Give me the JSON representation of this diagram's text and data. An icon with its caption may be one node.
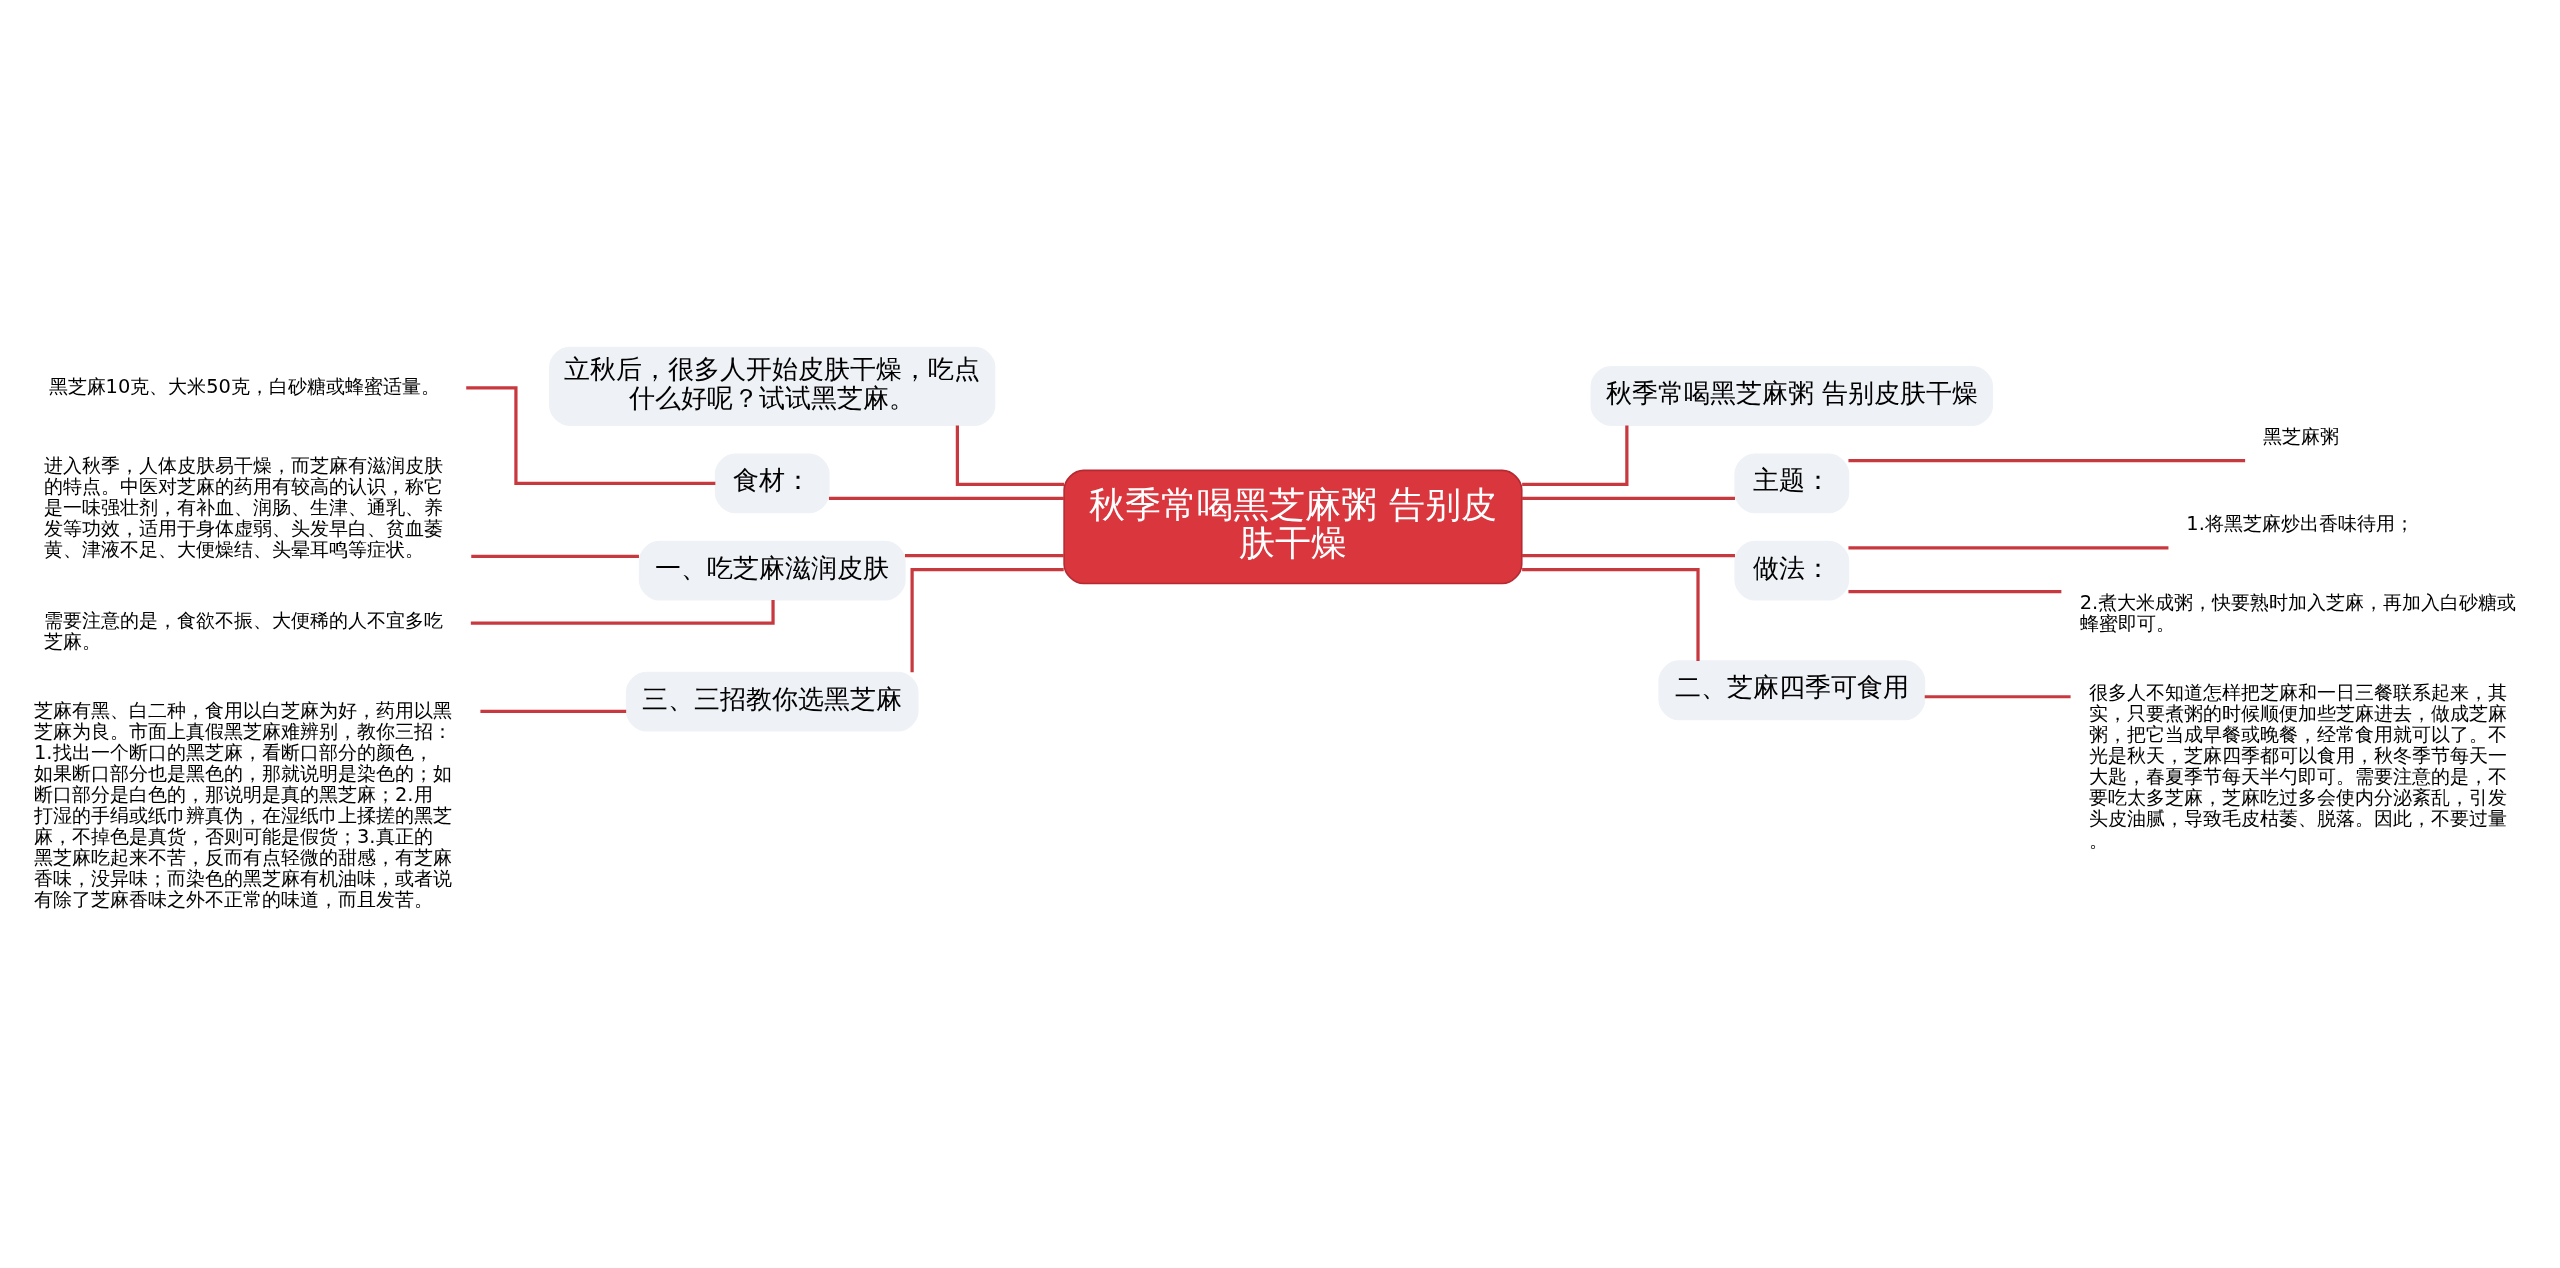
{
  "diagram": {
    "nodes": [
      {
        "text": [
          "秋季常喝黑芝麻粥 告别皮肤干燥"
        ]
      },
      {
        "text": [
          "立秋后，很多人开始皮肤干燥，吃点什么好呢？试试黑芝麻。"
        ]
      },
      {
        "text": [
          "食材："
        ]
      },
      {
        "text": [
          "黑芝麻10克、大米50克，白砂糖或蜂蜜适量。"
        ]
      },
      {
        "text": [
          "一、吃芝麻滋润皮肤"
        ]
      },
      {
        "text": [
          "进入秋季，人体皮肤易干燥，而芝麻有滋润皮肤的特点。中医对芝麻的药用有较高的认识，称它是一味强壮剂，有补血、润肠、生津、通乳、养发等功效，适用于身体虚弱、头发早白、贫血萎黄、津液不足、大便燥结、头晕耳鸣等症状。"
        ]
      },
      {
        "text": [
          "需要注意的是，食欲不振、大便稀的人不宜多吃芝麻。"
        ]
      },
      {
        "text": [
          "三、三招教你选黑芝麻"
        ]
      },
      {
        "text": [
          "芝麻有黑、白二种，食用以白芝麻为好，药用以黑芝麻为良。市面上真假黑芝麻难辨别，教你三招：1.找出一个断口的黑芝麻，看断口部分的颜色，如果断口部分也是黑色的，那就说明是染色的；如断口部分是白色的，那说明是真的黑芝麻；2.用打湿的手绢或纸巾辨真伪，在湿纸巾上揉搓的黑芝麻，不掉色是真货，否则可能是假货；3.真正的黑芝麻吃起来不苦，反而有点轻微的甜感，有芝麻香味，没异味；而染色的黑芝麻有机油味，或者说有除了芝麻香味之外不正常的味道，而且发苦。"
        ]
      },
      {
        "text": [
          "秋季常喝黑芝麻粥 告别皮肤干燥"
        ]
      },
      {
        "text": [
          "主题："
        ]
      },
      {
        "text": [
          "黑芝麻粥"
        ]
      },
      {
        "text": [
          "做法："
        ]
      },
      {
        "text": [
          "1.将黑芝麻炒出香味待用；"
        ]
      },
      {
        "text": [
          "2.煮大米成粥，快要熟时加入芝麻，再加入白砂糖或蜂蜜即可。"
        ]
      },
      {
        "text": [
          "二、芝麻四季可食用"
        ]
      },
      {
        "text": [
          "很多人不知道怎样把芝麻和一日三餐联系起来，其实，只要煮粥的时候顺便加些芝麻进去，做成芝麻粥，把它当成早餐或晚餐，经常食用就可以了。不光是秋天，芝麻四季都可以食用，秋冬季节每天一大匙，春夏季节每天半勺即可。需要注意的是，不要吃太多芝麻，芝麻吃过多会使内分泌紊乱，引发头皮油腻，导致毛皮枯萎、脱落。因此，不要过量。"
        ]
      }
    ],
    "edges": [
      {
        "from": 0,
        "to": 1,
        "arrow": "none"
      },
      {
        "from": 0,
        "to": 2,
        "arrow": "none"
      },
      {
        "from": 2,
        "to": 3,
        "arrow": "none"
      },
      {
        "from": 0,
        "to": 4,
        "arrow": "none"
      },
      {
        "from": 4,
        "to": 5,
        "arrow": "none"
      },
      {
        "from": 4,
        "to": 6,
        "arrow": "none"
      },
      {
        "from": 0,
        "to": 7,
        "arrow": "none"
      },
      {
        "from": 7,
        "to": 8,
        "arrow": "none"
      },
      {
        "from": 0,
        "to": 9,
        "arrow": "none"
      },
      {
        "from": 0,
        "to": 10,
        "arrow": "none"
      },
      {
        "from": 10,
        "to": 11,
        "arrow": "none"
      },
      {
        "from": 0,
        "to": 12,
        "arrow": "none"
      },
      {
        "from": 12,
        "to": 13,
        "arrow": "none"
      },
      {
        "from": 12,
        "to": 14,
        "arrow": "none"
      },
      {
        "from": 0,
        "to": 15,
        "arrow": "none"
      },
      {
        "from": 15,
        "to": 16,
        "arrow": "none"
      }
    ]
  }
}
